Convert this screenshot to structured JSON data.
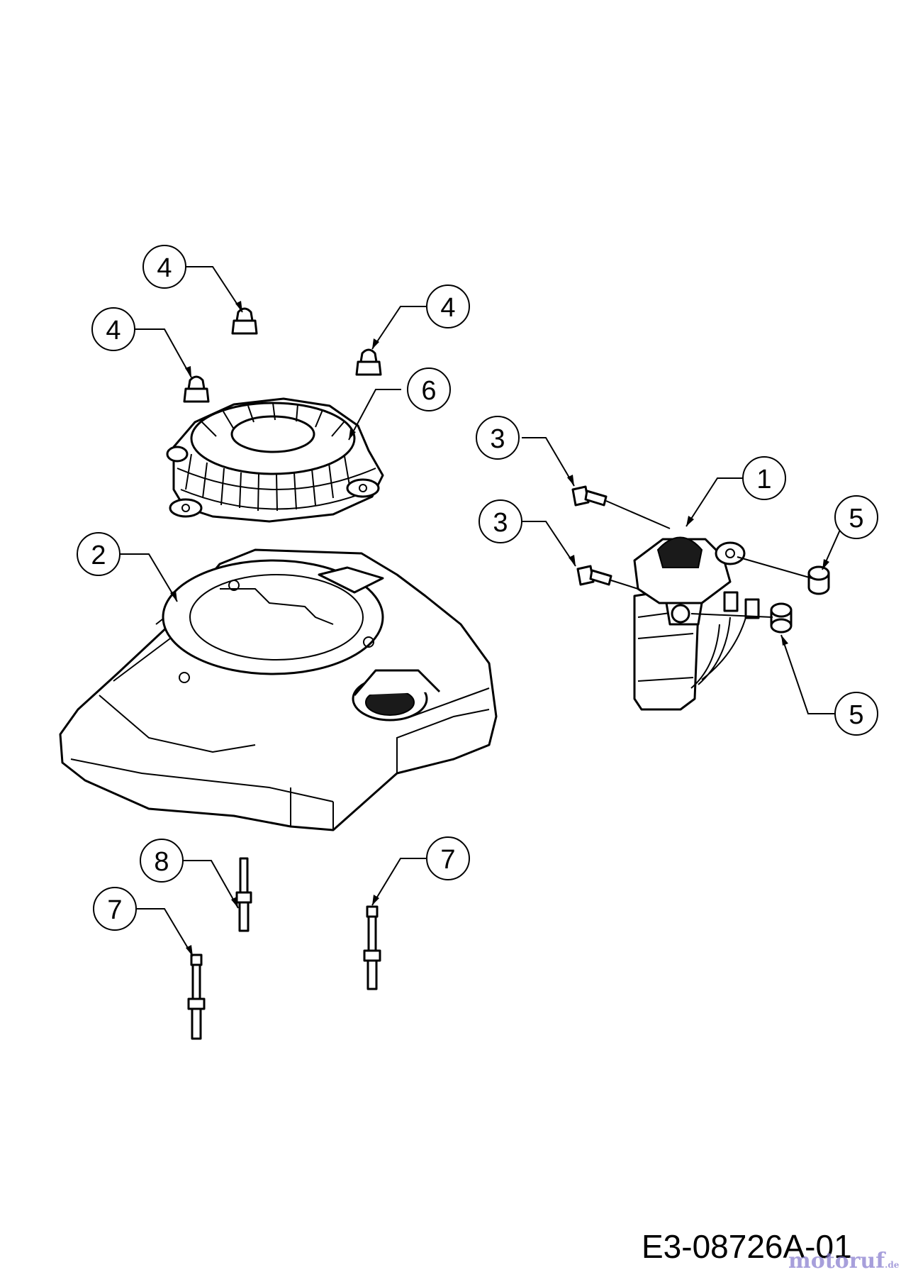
{
  "drawing_code": "E3-08726A-01",
  "watermark": "motoruf",
  "watermark_suffix": ".de",
  "callouts": [
    {
      "id": "callout-1",
      "label": "1"
    },
    {
      "id": "callout-2",
      "label": "2"
    },
    {
      "id": "callout-3a",
      "label": "3"
    },
    {
      "id": "callout-3b",
      "label": "3"
    },
    {
      "id": "callout-4a",
      "label": "4"
    },
    {
      "id": "callout-4b",
      "label": "4"
    },
    {
      "id": "callout-4c",
      "label": "4"
    },
    {
      "id": "callout-5a",
      "label": "5"
    },
    {
      "id": "callout-5b",
      "label": "5"
    },
    {
      "id": "callout-6",
      "label": "6"
    },
    {
      "id": "callout-7a",
      "label": "7"
    },
    {
      "id": "callout-7b",
      "label": "7"
    },
    {
      "id": "callout-8",
      "label": "8"
    }
  ]
}
